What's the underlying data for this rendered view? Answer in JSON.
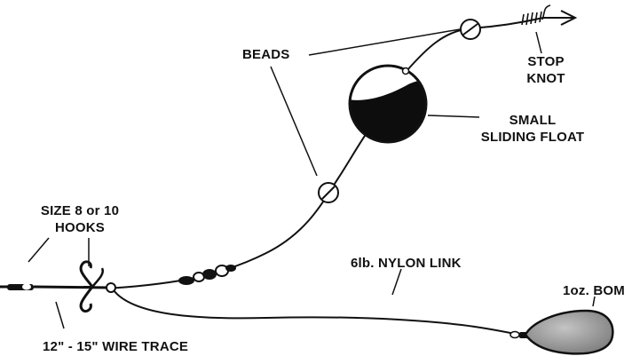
{
  "labels": {
    "beads": "BEADS",
    "stop_knot_line1": "STOP",
    "stop_knot_line2": "KNOT",
    "float_line1": "SMALL",
    "float_line2": "SLIDING FLOAT",
    "hooks_line1": "SIZE 8 or 10",
    "hooks_line2": "HOOKS",
    "nylon_link": "6lb. NYLON LINK",
    "bomb": "1oz. BOM",
    "wire_trace": "12\" - 15\" WIRE TRACE"
  },
  "colors": {
    "ink": "#111111",
    "float_top": "#ffffff",
    "float_bottom": "#0d0d0d",
    "bomb_fill": "#9a9a9a"
  }
}
